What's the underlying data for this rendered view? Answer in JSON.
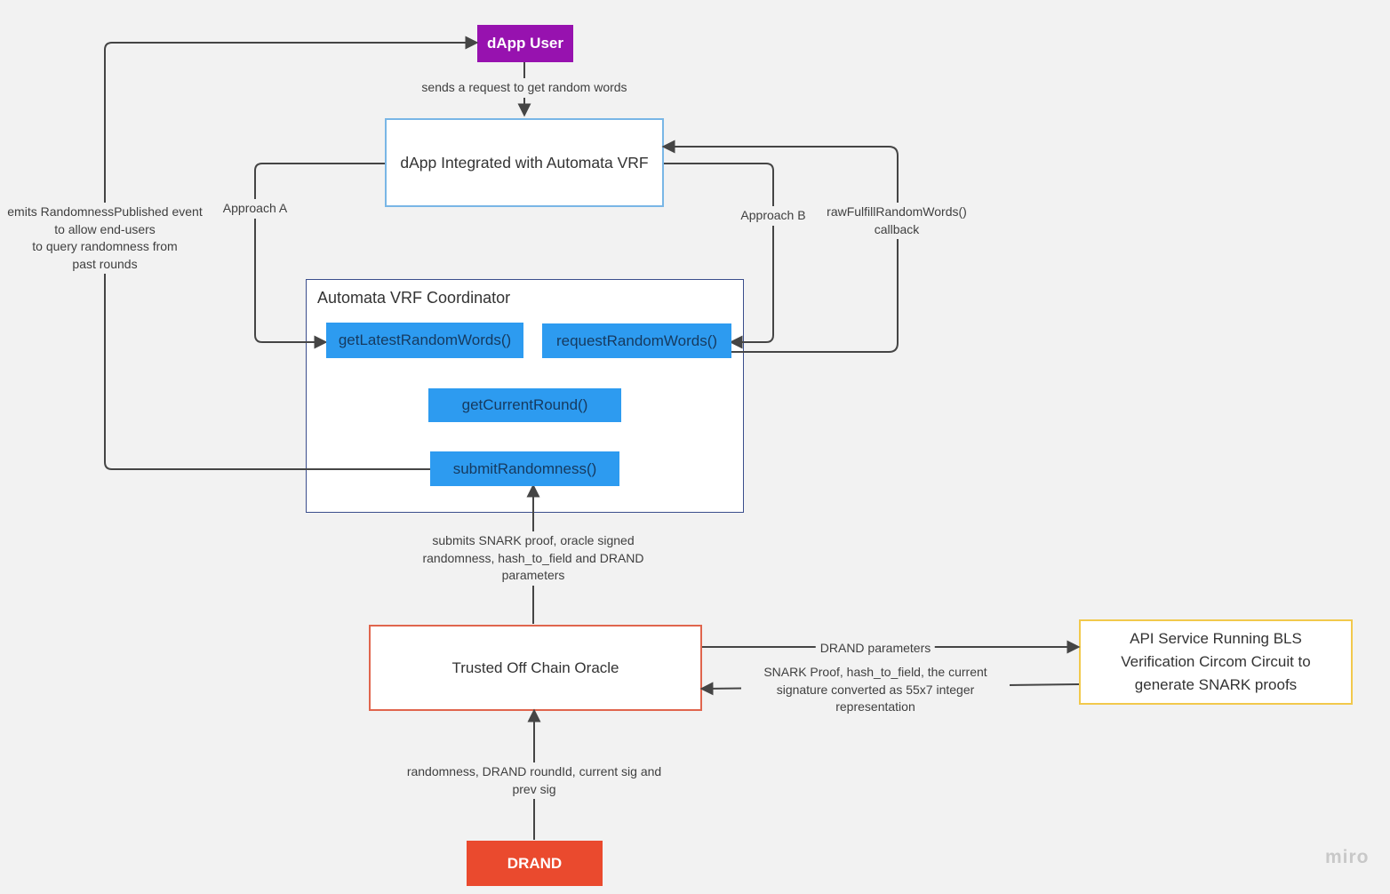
{
  "diagram": {
    "watermark": "miro",
    "colors": {
      "background": "#f2f2f2",
      "connector": "#454545",
      "dapp_user_fill": "#9712af",
      "dapp_integrated_border": "#79b6e6",
      "coordinator_border": "#3b4e8c",
      "method_fill": "#2d9bf0",
      "method_text": "#163a5f",
      "oracle_border": "#e0654d",
      "api_service_border": "#f2c94c",
      "drand_fill": "#ea4a2e"
    },
    "nodes": {
      "dapp_user": {
        "label": "dApp User"
      },
      "dapp_integrated": {
        "label": "dApp Integrated with Automata VRF"
      },
      "coordinator": {
        "title": "Automata VRF Coordinator",
        "methods": [
          {
            "label": "getLatestRandomWords()"
          },
          {
            "label": "requestRandomWords()"
          },
          {
            "label": "getCurrentRound()"
          },
          {
            "label": "submitRandomness()"
          }
        ]
      },
      "oracle": {
        "label": "Trusted Off Chain Oracle"
      },
      "api_service": {
        "label": "API Service Running BLS\nVerification Circom Circuit to\ngenerate SNARK proofs"
      },
      "drand": {
        "label": "DRAND"
      }
    },
    "edge_labels": {
      "sends_request": "sends a request to get random words",
      "emits_event": "emits RandomnessPublished event\nto allow end-users\nto query randomness from\npast rounds",
      "approach_a": "Approach A",
      "approach_b": "Approach B",
      "callback": "rawFulfillRandomWords()\ncallback",
      "submits_snark": "submits SNARK proof, oracle signed\nrandomness, hash_to_field and DRAND\nparameters",
      "drand_parameters": "DRAND parameters",
      "snark_proof_return": "SNARK Proof, hash_to_field, the current\nsignature converted as 55x7 integer\nrepresentation",
      "randomness_payload": "randomness, DRAND roundId, current sig and\nprev sig"
    }
  }
}
